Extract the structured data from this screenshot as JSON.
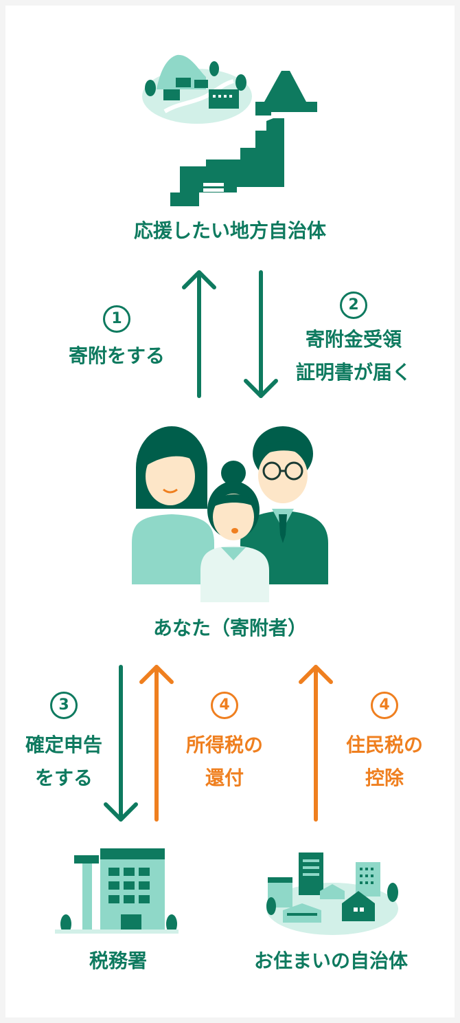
{
  "nodes": {
    "municipality": "応援したい地方自治体",
    "donor": "あなた（寄附者）",
    "tax_office": "税務署",
    "local_gov": "お住まいの自治体"
  },
  "steps": [
    {
      "number": "1",
      "line1": "寄附をする",
      "line2": ""
    },
    {
      "number": "2",
      "line1": "寄附金受領",
      "line2": "証明書が届く"
    },
    {
      "number": "3",
      "line1": "確定申告",
      "line2": "をする"
    },
    {
      "number": "4",
      "line1": "所得税の",
      "line2": "還付"
    },
    {
      "number": "4",
      "line1": "住民税の",
      "line2": "控除"
    }
  ],
  "colors": {
    "green": "#0e7a5f",
    "light_green": "#8fd8c8",
    "pale_green": "#d2f0e8",
    "orange": "#ef7f1f",
    "skin": "#fde6c8"
  },
  "icons": {
    "municipality": "japan-map-village-icon",
    "donor": "family-icon",
    "tax_office": "office-building-icon",
    "local_gov": "town-icon"
  }
}
